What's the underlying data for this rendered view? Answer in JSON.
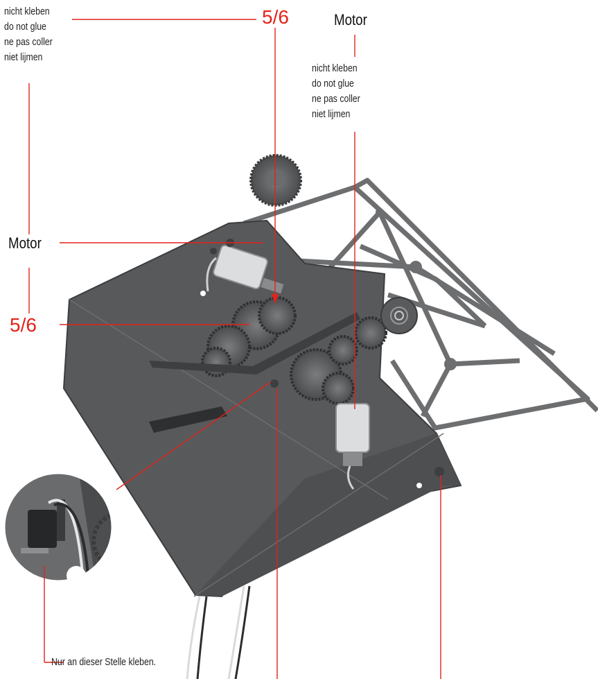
{
  "labels": {
    "glue_note_topleft": [
      "nicht kleben",
      "do not glue",
      "ne pas coller",
      "niet lijmen"
    ],
    "glue_note_topright": [
      "nicht kleben",
      "do not glue",
      "ne pas coller",
      "niet lijmen"
    ],
    "part_top": "5/6",
    "part_left": "5/6",
    "motor_top": "Motor",
    "motor_left": "Motor",
    "glue_here": "Nur an dieser Stelle kleben."
  },
  "colors": {
    "leader_red": "#e2231a",
    "label_text": "#222222",
    "plate": "#58595b",
    "frame": "#6d6e70"
  },
  "icons": {
    "detail_magnifier": "circular-closeup-inset"
  }
}
